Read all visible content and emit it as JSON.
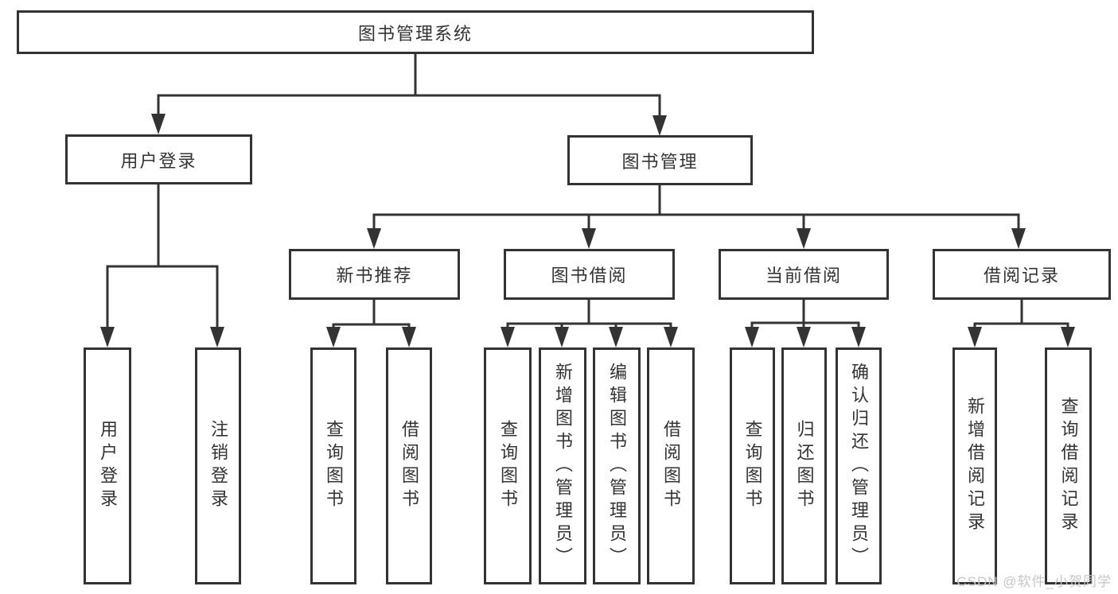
{
  "tree": {
    "root": {
      "label": "图书管理系统"
    },
    "level2": [
      {
        "label": "用户登录"
      },
      {
        "label": "图书管理"
      }
    ],
    "level3": [
      {
        "label": "新书推荐"
      },
      {
        "label": "图书借阅"
      },
      {
        "label": "当前借阅"
      },
      {
        "label": "借阅记录"
      }
    ],
    "leaves": {
      "user_login": [
        "用户登录",
        "注销登录"
      ],
      "new_book_recommend": [
        "查询图书",
        "借阅图书"
      ],
      "book_borrowing": [
        "查询图书",
        "新增图书（管理员）",
        "编辑图书（管理员）",
        "借阅图书"
      ],
      "current_borrowing": [
        "查询图书",
        "归还图书",
        "确认归还（管理员）"
      ],
      "borrowing_records": [
        "新增借阅记录",
        "查询借阅记录"
      ]
    }
  },
  "watermark": {
    "text": "CSDN @软件_小贺同学",
    "color": "#c5c6ca"
  },
  "colors": {
    "line": "#333333",
    "text": "#333333",
    "box_background": "#ffffff"
  }
}
